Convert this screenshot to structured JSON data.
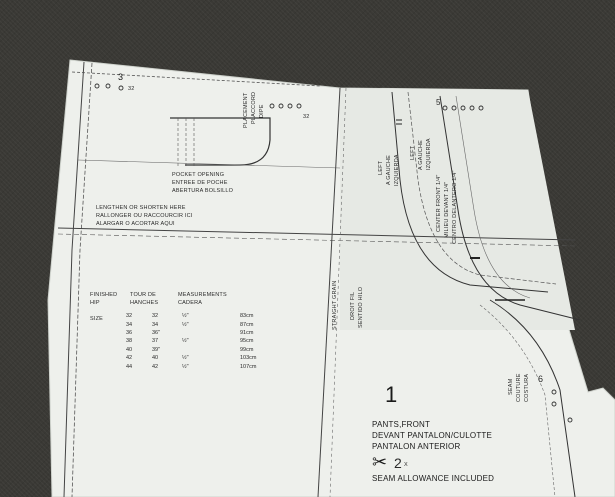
{
  "marks": {
    "num_3": "3",
    "num_32": "32",
    "num_32b": "32",
    "num_5": "5",
    "num_6": "6"
  },
  "pocket": {
    "line1": "POCKET OPENING",
    "line2": "ENTREE DE POCHE",
    "line3": "ABERTURA BOLSILLO",
    "placement": "PLACEMENT",
    "placement2": "PLACCORD",
    "placement3": "DIPE"
  },
  "lengthen": {
    "line1": "LENGTHEN OR SHORTEN HERE",
    "line2": "RALLONGER OU RACCOURCIR ICI",
    "line3": "ALARGAR O ACORTAR AQUI"
  },
  "left_labels": {
    "a": "LEFT",
    "b": "A GAUCHE",
    "c": "IZQUIERDA",
    "d": "LEFT",
    "e": "A GAUCHE",
    "f": "IZQUIERDA"
  },
  "center_labels": {
    "a": "CENTER FRONT 1/4\"",
    "b": "MILIEU DEVANT 1/4\"",
    "c": "CENTRO DELANTERO 1/4\""
  },
  "grain": {
    "a": "STRAIGHT GRAIN",
    "b": "DROIT FIL",
    "c": "SENTIDO HILO"
  },
  "seam": {
    "a": "SEAM",
    "b": "COUTURE",
    "c": "COSTURA"
  },
  "measurements": {
    "header1": [
      "FINISHED",
      "TOUR DE",
      "",
      "MEASUREMENTS"
    ],
    "header2": [
      "HIP",
      "HANCHES",
      "",
      "CADERA"
    ],
    "size_label": "SIZE",
    "rows": [
      [
        "32",
        "32",
        "½\"",
        "83cm"
      ],
      [
        "34",
        "34",
        "½\"",
        "87cm"
      ],
      [
        "36",
        "36\"",
        "",
        "91cm"
      ],
      [
        "38",
        "37",
        "½\"",
        "95cm"
      ],
      [
        "40",
        "39\"",
        "",
        "99cm"
      ],
      [
        "42",
        "40",
        "½\"",
        "103cm"
      ],
      [
        "44",
        "42",
        "½\"",
        "107cm"
      ]
    ]
  },
  "piece": {
    "number": "1",
    "line1": "PANTS,FRONT",
    "line2": "DEVANT PANTALON/CULOTTE",
    "line3": "PANTALON ANTERIOR",
    "cut_count": "2",
    "cut_suffix": "X",
    "seam_allowance": "SEAM ALLOWANCE INCLUDED"
  },
  "colors": {
    "paper": "#eef0ec",
    "paper_shadow": "#d9dcd7",
    "ink": "#2a2a2a",
    "fabric": "#3a3935"
  }
}
